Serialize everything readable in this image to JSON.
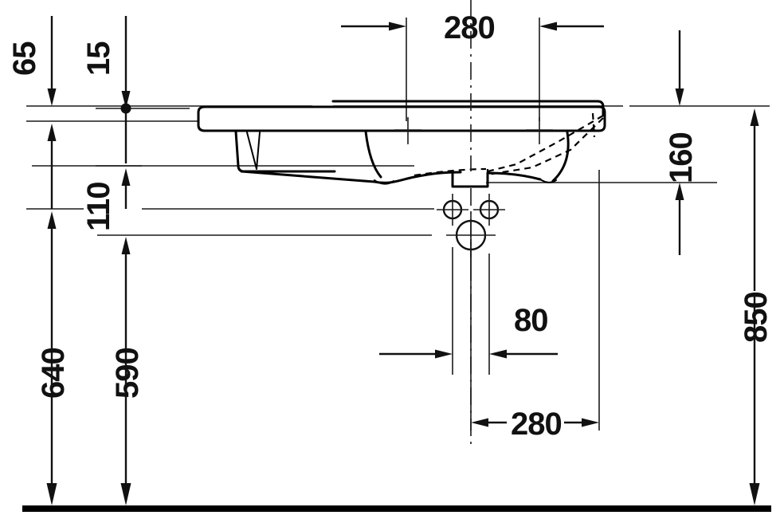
{
  "drawing": {
    "title": "Washbasin side elevation dimension drawing",
    "units": "mm",
    "line_color": "#111111",
    "background": "#ffffff"
  },
  "dimensions": {
    "height_65": "65",
    "height_15": "15",
    "depth_280_top": "280",
    "height_160": "160",
    "height_110": "110",
    "height_640": "640",
    "height_590": "590",
    "width_80": "80",
    "width_280_bottom": "280",
    "height_850": "850"
  },
  "labels": [
    {
      "id": "d-65",
      "text": "65",
      "orientation": "vertical",
      "position": "upper-left"
    },
    {
      "id": "d-15",
      "text": "15",
      "orientation": "vertical",
      "position": "upper-left"
    },
    {
      "id": "d-280-top",
      "text": "280",
      "orientation": "horizontal",
      "position": "top-center"
    },
    {
      "id": "d-160",
      "text": "160",
      "orientation": "vertical",
      "position": "upper-right"
    },
    {
      "id": "d-110",
      "text": "110",
      "orientation": "vertical",
      "position": "mid-left"
    },
    {
      "id": "d-640",
      "text": "640",
      "orientation": "vertical",
      "position": "lower-left"
    },
    {
      "id": "d-590",
      "text": "590",
      "orientation": "vertical",
      "position": "lower-left"
    },
    {
      "id": "d-80",
      "text": "80",
      "orientation": "horizontal",
      "position": "lower-center"
    },
    {
      "id": "d-280-bottom",
      "text": "280",
      "orientation": "horizontal",
      "position": "bottom-center"
    },
    {
      "id": "d-850",
      "text": "850",
      "orientation": "vertical",
      "position": "right"
    }
  ],
  "features": {
    "basin": "wall-mounted washbasin shown in side elevation",
    "drain_circle": "large circle representing waste outlet",
    "supply_circles": "two small circles representing hot and cold water supply connections",
    "floor_line": "thick horizontal datum line at base representing finished floor level",
    "hidden_edges": "dashed lines indicating concealed basin contours"
  }
}
